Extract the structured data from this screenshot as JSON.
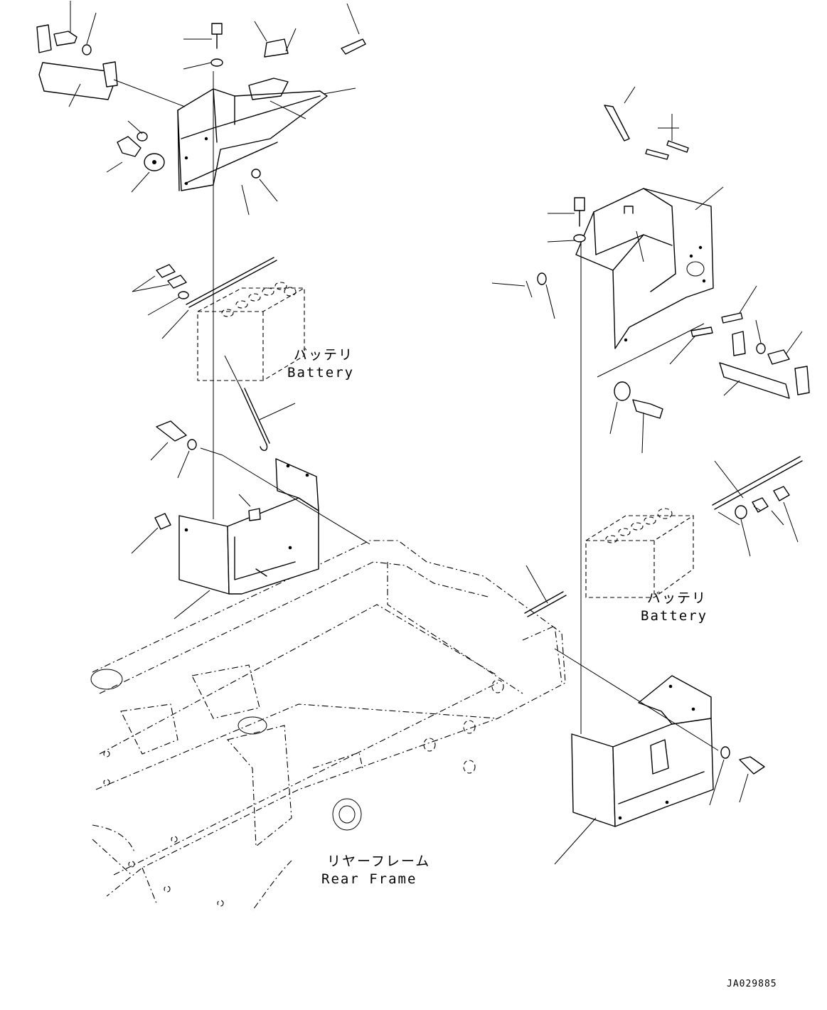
{
  "labels": {
    "battery_left_jp": "バッテリ",
    "battery_left_en": "Battery",
    "battery_right_jp": "バッテリ",
    "battery_right_en": "Battery",
    "rear_frame_jp": "リヤーフレーム",
    "rear_frame_en": "Rear Frame",
    "drawing_code": "JA029885"
  }
}
